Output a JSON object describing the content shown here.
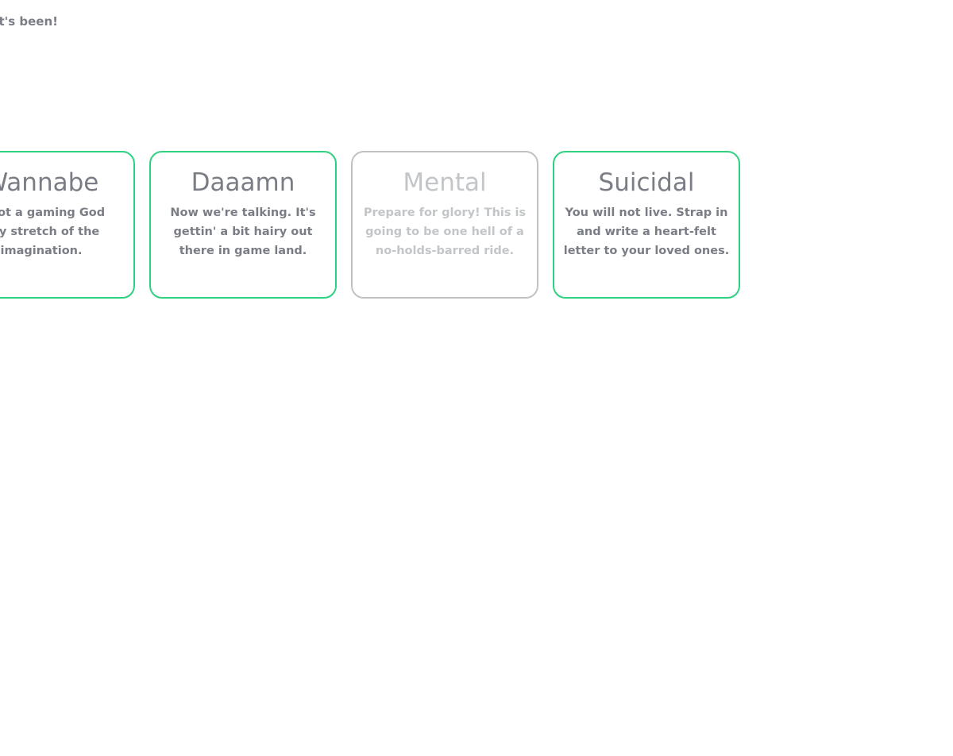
{
  "intro": {
    "text": "it's been!"
  },
  "difficulties": [
    {
      "title": "Wannabe",
      "lines": [
        "e not a gaming God",
        "any stretch of the",
        "imagination."
      ],
      "enabled": true
    },
    {
      "title": "Daaamn",
      "lines": [
        "Now we're talking. It's",
        "gettin' a bit hairy out",
        "there in game land."
      ],
      "enabled": true
    },
    {
      "title": "Mental",
      "lines": [
        "Prepare for glory! This is",
        "going to be one hell of a",
        "no-holds-barred ride."
      ],
      "enabled": false
    },
    {
      "title": "Suicidal",
      "lines": [
        "You will not live. Strap in",
        "and write a heart-felt",
        "letter to your loved ones."
      ],
      "enabled": true
    }
  ],
  "colors": {
    "accent": "#2ed17f",
    "text": "#7a7d85",
    "disabled_border": "#c2c2c2",
    "disabled_text": "#c2c6c8"
  }
}
